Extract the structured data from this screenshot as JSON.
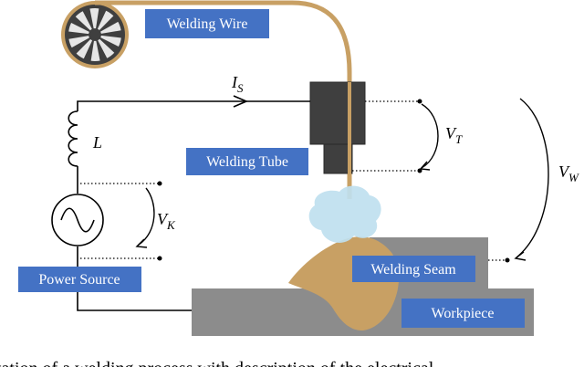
{
  "labels": {
    "welding_wire": "Welding Wire",
    "welding_tube": "Welding Tube",
    "power_source": "Power Source",
    "welding_seam": "Welding Seam",
    "workpiece": "Workpiece"
  },
  "symbols": {
    "current": {
      "main": "I",
      "sub": "S"
    },
    "inductance": {
      "main": "L"
    },
    "v_t": {
      "main": "V",
      "sub": "T"
    },
    "v_w": {
      "main": "V",
      "sub": "W"
    },
    "v_k": {
      "main": "V",
      "sub": "K"
    }
  },
  "caption": "tation of a welding process with description of the electrical"
}
